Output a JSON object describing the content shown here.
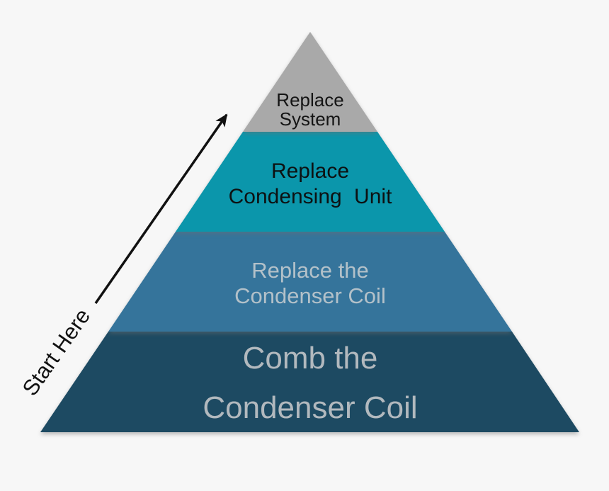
{
  "background_color": "#f7f7f7",
  "annotation": {
    "label": "Start Here",
    "arrow_color": "#111111"
  },
  "pyramid": {
    "tiers": [
      {
        "name": "replace-system",
        "line1": "Replace",
        "line2": "System",
        "fill": "#a9a9a9",
        "text_color": "#141414"
      },
      {
        "name": "replace-condensing-unit",
        "line1": "Replace",
        "line2": "Condensing Unit",
        "fill": "#0b96ab",
        "text_color": "#0d1112"
      },
      {
        "name": "replace-the-condenser-coil",
        "line1": "Replace the",
        "line2": "Condenser Coil",
        "fill": "#35749b",
        "text_color": "#b3c1c9"
      },
      {
        "name": "comb-the-condenser-coil",
        "line1": "Comb the",
        "line2": "Condenser Coil",
        "fill": "#1d4a62",
        "text_color": "#b2b9be"
      }
    ]
  }
}
